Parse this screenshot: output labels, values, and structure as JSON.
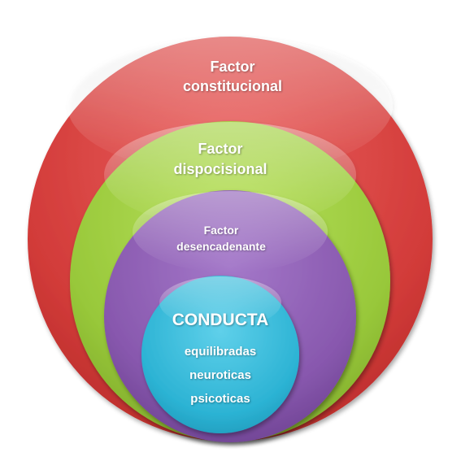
{
  "diagram": {
    "rings": [
      {
        "name": "outer",
        "lines": [
          "Factor",
          "constitucional"
        ],
        "color": "#d9413f"
      },
      {
        "name": "second",
        "lines": [
          "Factor",
          "dispocisional"
        ],
        "color": "#9ccc3c"
      },
      {
        "name": "third",
        "lines": [
          "Factor",
          "desencadenante"
        ],
        "color": "#8a5bb0"
      },
      {
        "name": "core",
        "title": "CONDUCTA",
        "items": [
          "equilibradas",
          "neuroticas",
          "psicoticas"
        ],
        "color": "#2fb6d6"
      }
    ]
  }
}
